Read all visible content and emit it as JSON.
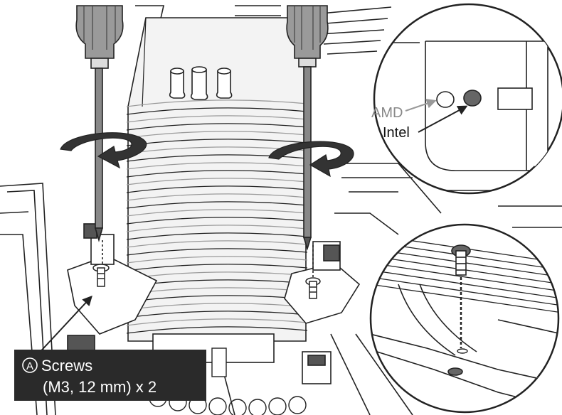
{
  "inset_top": {
    "label_amd": "AMD",
    "label_intel": "Intel"
  },
  "callout": {
    "marker": "A",
    "line1": "Screws",
    "line2": "(M3, 12 mm) x 2"
  },
  "colors": {
    "line": "#222222",
    "fin": "#9a9a9a",
    "fill_light": "#ededed",
    "fill_mid": "#c9c9c9",
    "fill_dark": "#555555",
    "callout_bg": "#2a2a2a",
    "callout_text": "#ffffff",
    "amd_text": "#888888"
  },
  "icons": {
    "rotate": "rotate-clockwise-arrow-icon",
    "screwdriver": "screwdriver-icon",
    "screw": "screw-icon"
  }
}
